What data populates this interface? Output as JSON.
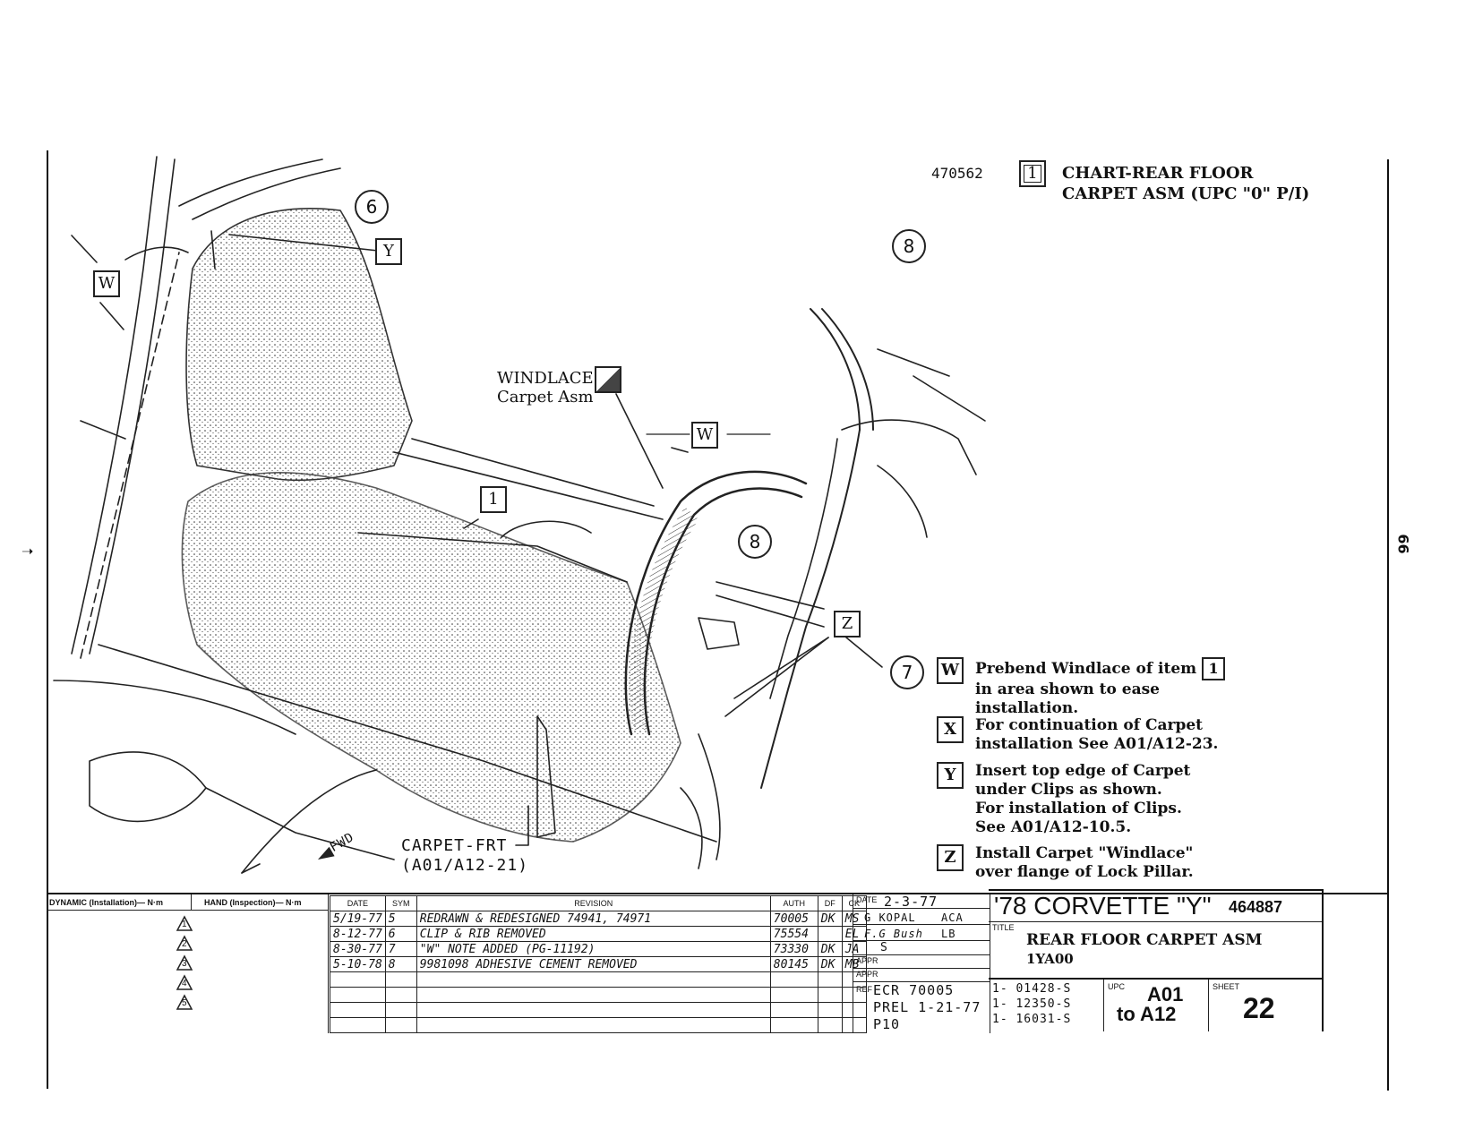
{
  "top_block": {
    "part_number": "470562",
    "item_key": "1",
    "title_line1": "CHART-REAR FLOOR",
    "title_line2": "CARPET ASM (UPC \"0\" P/I)"
  },
  "edge_page_no": "66",
  "callouts": {
    "c6": "6",
    "c8_top": "8",
    "c8_mid": "8",
    "c7": "7",
    "w_left": "W",
    "w_mid": "W",
    "y": "Y",
    "z": "Z",
    "one": "1",
    "windlace_line1": "WINDLACE",
    "windlace_line2": "Carpet Asm",
    "fwd": "FWD",
    "carpet_frt_line1": "CARPET-FRT",
    "carpet_frt_line2": "(A01/A12-21)"
  },
  "notes": [
    {
      "key": "W",
      "lines": [
        "Prebend Windlace of item",
        "in area shown to ease",
        "installation."
      ],
      "item_ref": "1"
    },
    {
      "key": "X",
      "lines": [
        "For continuation of Carpet",
        "installation See A01/A12-23."
      ]
    },
    {
      "key": "Y",
      "lines": [
        "Insert top edge of Carpet",
        "under Clips as shown.",
        "For installation of Clips.",
        "See A01/A12-10.5."
      ]
    },
    {
      "key": "Z",
      "lines": [
        "Install Carpet \"Windlace\"",
        "over flange of Lock Pillar."
      ]
    }
  ],
  "title_block": {
    "dynamic_label": "DYNAMIC (Installation)— N·m",
    "hand_label": "HAND (Inspection)— N·m",
    "triangles": [
      "1",
      "2",
      "3",
      "4",
      "5"
    ],
    "rev_headers": [
      "DATE",
      "SYM",
      "REVISION",
      "AUTH",
      "DF",
      "CK"
    ],
    "revisions": [
      {
        "date": "5/19-77",
        "sym": "5",
        "text": "REDRAWN & REDESIGNED 74941, 74971",
        "auth": "70005",
        "df": "DK",
        "ck": "MS"
      },
      {
        "date": "8-12-77",
        "sym": "6",
        "text": "CLIP & RIB REMOVED",
        "auth": "75554",
        "df": "",
        "ck": "EL"
      },
      {
        "date": "8-30-77",
        "sym": "7",
        "text": "\"W\" NOTE ADDED          (PG-11192)",
        "auth": "73330",
        "df": "DK",
        "ck": "JA"
      },
      {
        "date": "5-10-78",
        "sym": "8",
        "text": "9981098 ADHESIVE CEMENT REMOVED",
        "auth": "80145",
        "df": "DK",
        "ck": "MB"
      }
    ],
    "date_label": "DATE",
    "date_value": "2-3-77",
    "dr_value": "G KOPAL",
    "dr_suffix": "ACA",
    "ck_value": "F.G Bush",
    "ck_suffix": "LB",
    "scale_value": "S",
    "appr1_label": "APPR",
    "appr2_label": "APPR",
    "ref_label": "REF",
    "ref_line1": "ECR 70005",
    "ref_line2": "PREL  1-21-77",
    "ref_line3": "P10",
    "model_title": "'78 CORVETTE \"Y\"",
    "model_number": "464887",
    "title_label": "TITLE",
    "title_line1": "REAR FLOOR CARPET ASM",
    "title_line2": "1YA00",
    "parts": [
      "1- 01428-S",
      "1- 12350-S",
      "1- 16031-S"
    ],
    "upc_label": "UPC",
    "upc_line1": "A01",
    "upc_line2": "to A12",
    "sheet_label": "SHEET",
    "sheet_value": "22"
  }
}
